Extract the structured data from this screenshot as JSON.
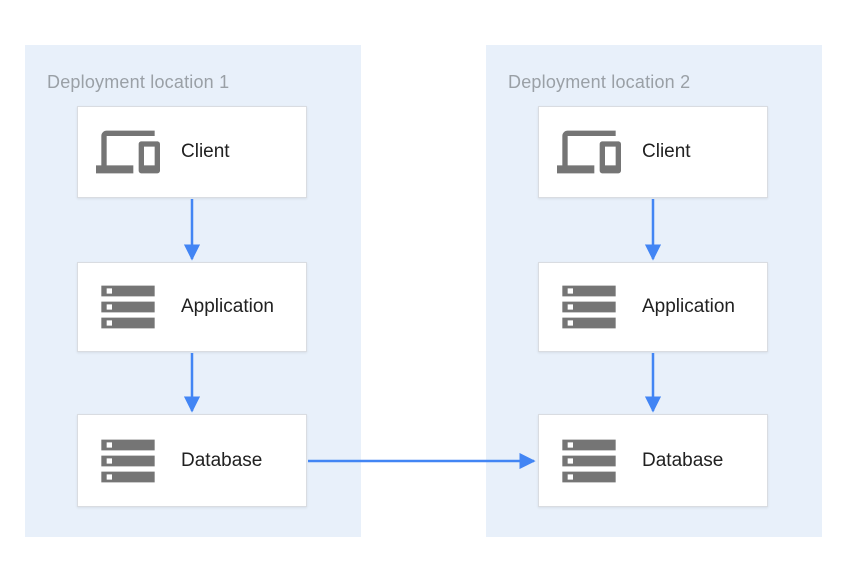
{
  "theme": {
    "page-bg": "#ffffff",
    "panel-bg": "#e8f0fa",
    "panel-title": "#9aa0a6",
    "node-bg": "#ffffff",
    "node-border": "#d9dce1",
    "node-text": "#212121",
    "icon": "#757575",
    "arrow": "#4285f4"
  },
  "groups": [
    {
      "title": "Deployment location 1",
      "nodes": [
        {
          "id": "client",
          "label": "Client",
          "icon": "devices-icon"
        },
        {
          "id": "application",
          "label": "Application",
          "icon": "storage-icon"
        },
        {
          "id": "database",
          "label": "Database",
          "icon": "storage-icon"
        }
      ]
    },
    {
      "title": "Deployment location 2",
      "nodes": [
        {
          "id": "client",
          "label": "Client",
          "icon": "devices-icon"
        },
        {
          "id": "application",
          "label": "Application",
          "icon": "storage-icon"
        },
        {
          "id": "database",
          "label": "Database",
          "icon": "storage-icon"
        }
      ]
    }
  ],
  "edges": [
    {
      "from": "location-1-client",
      "to": "location-1-application"
    },
    {
      "from": "location-1-application",
      "to": "location-1-database"
    },
    {
      "from": "location-2-client",
      "to": "location-2-application"
    },
    {
      "from": "location-2-application",
      "to": "location-2-database"
    },
    {
      "from": "location-1-database",
      "to": "location-2-database"
    }
  ]
}
